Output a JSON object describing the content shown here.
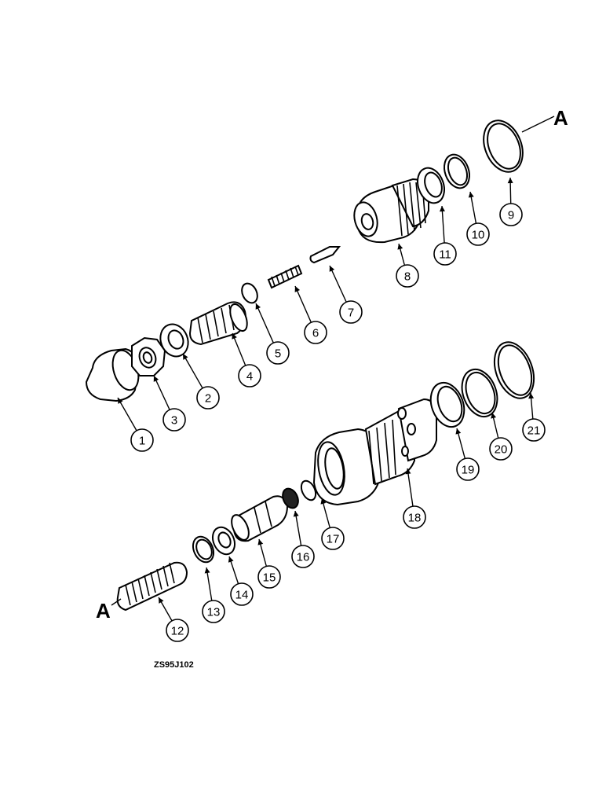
{
  "diagram": {
    "reference_letter_top": "A",
    "reference_letter_bottom": "A",
    "drawing_code": "ZS95J102",
    "callouts": [
      {
        "id": "c1",
        "label": "1"
      },
      {
        "id": "c2",
        "label": "2"
      },
      {
        "id": "c3",
        "label": "3"
      },
      {
        "id": "c4",
        "label": "4"
      },
      {
        "id": "c5",
        "label": "5"
      },
      {
        "id": "c6",
        "label": "6"
      },
      {
        "id": "c7",
        "label": "7"
      },
      {
        "id": "c8",
        "label": "8"
      },
      {
        "id": "c9",
        "label": "9"
      },
      {
        "id": "c10",
        "label": "10"
      },
      {
        "id": "c11",
        "label": "11"
      },
      {
        "id": "c12",
        "label": "12"
      },
      {
        "id": "c13",
        "label": "13"
      },
      {
        "id": "c14",
        "label": "14"
      },
      {
        "id": "c15",
        "label": "15"
      },
      {
        "id": "c16",
        "label": "16"
      },
      {
        "id": "c17",
        "label": "17"
      },
      {
        "id": "c18",
        "label": "18"
      },
      {
        "id": "c19",
        "label": "19"
      },
      {
        "id": "c20",
        "label": "20"
      },
      {
        "id": "c21",
        "label": "21"
      }
    ]
  }
}
